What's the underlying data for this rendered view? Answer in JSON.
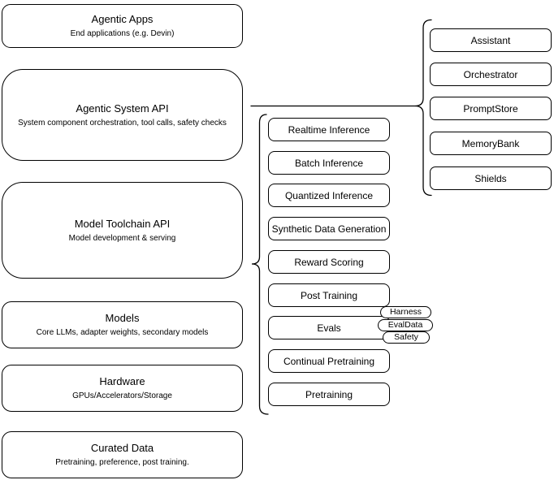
{
  "diagram": {
    "colors": {
      "background": "#ffffff",
      "node_fill": "#ffffff",
      "stroke": "#000000",
      "text": "#000000"
    },
    "left_stack": [
      {
        "title": "Agentic Apps",
        "subtitle": "End applications (e.g. Devin)"
      },
      {
        "title": "Agentic System API",
        "subtitle": "System component orchestration, tool calls, safety checks"
      },
      {
        "title": "Model Toolchain API",
        "subtitle": "Model development & serving"
      },
      {
        "title": "Models",
        "subtitle": "Core LLMs, adapter weights, secondary models"
      },
      {
        "title": "Hardware",
        "subtitle": "GPUs/Accelerators/Storage"
      },
      {
        "title": "Curated Data",
        "subtitle": "Pretraining, preference, post training."
      }
    ],
    "toolchain_items": [
      "Realtime Inference",
      "Batch Inference",
      "Quantized Inference",
      "Synthetic Data Generation",
      "Reward Scoring",
      "Post Training",
      "Evals",
      "Continual Pretraining",
      "Pretraining"
    ],
    "eval_tags": [
      "Harness",
      "EvalData",
      "Safety"
    ],
    "system_components": [
      "Assistant",
      "Orchestrator",
      "PromptStore",
      "MemoryBank",
      "Shields"
    ]
  }
}
